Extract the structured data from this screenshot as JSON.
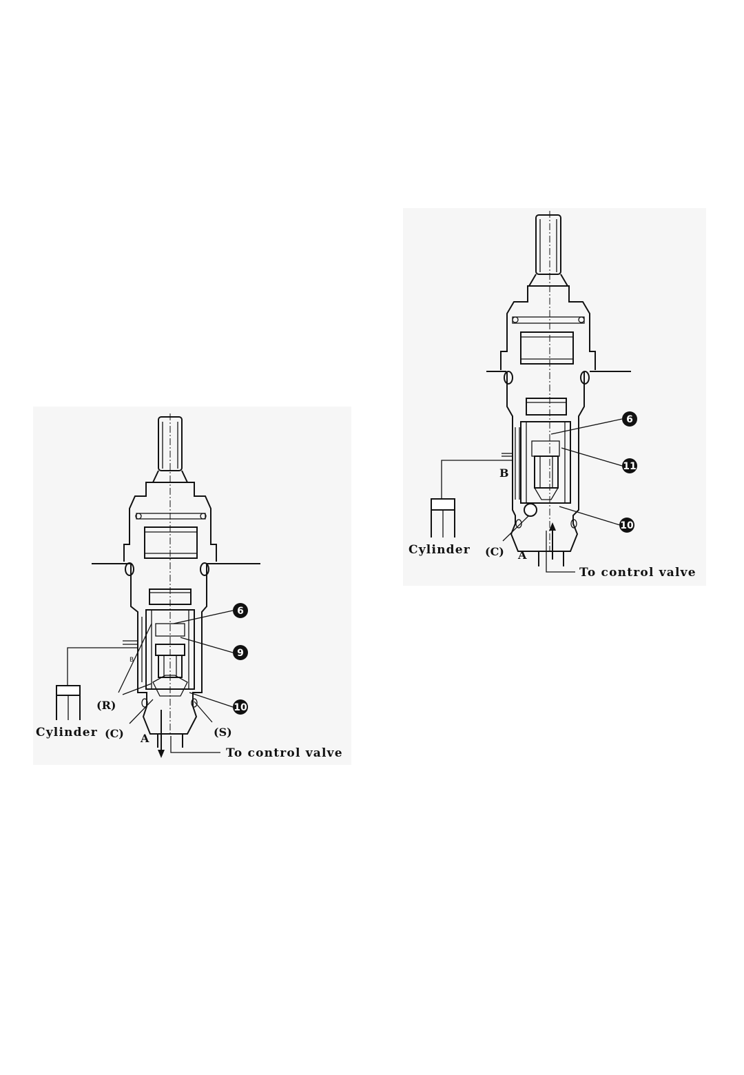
{
  "figures": [
    {
      "callouts": [
        "6",
        "9",
        "10"
      ],
      "labels": {
        "R": "(R)",
        "C": "(C)",
        "S": "(S)",
        "A": "A",
        "B": "B",
        "cylinder": "Cylinder",
        "to_control_valve": "To control valve"
      }
    },
    {
      "callouts": [
        "6",
        "11",
        "10"
      ],
      "labels": {
        "C": "(C)",
        "A": "A",
        "B": "B",
        "cylinder": "Cylinder",
        "to_control_valve": "To control valve"
      }
    }
  ]
}
